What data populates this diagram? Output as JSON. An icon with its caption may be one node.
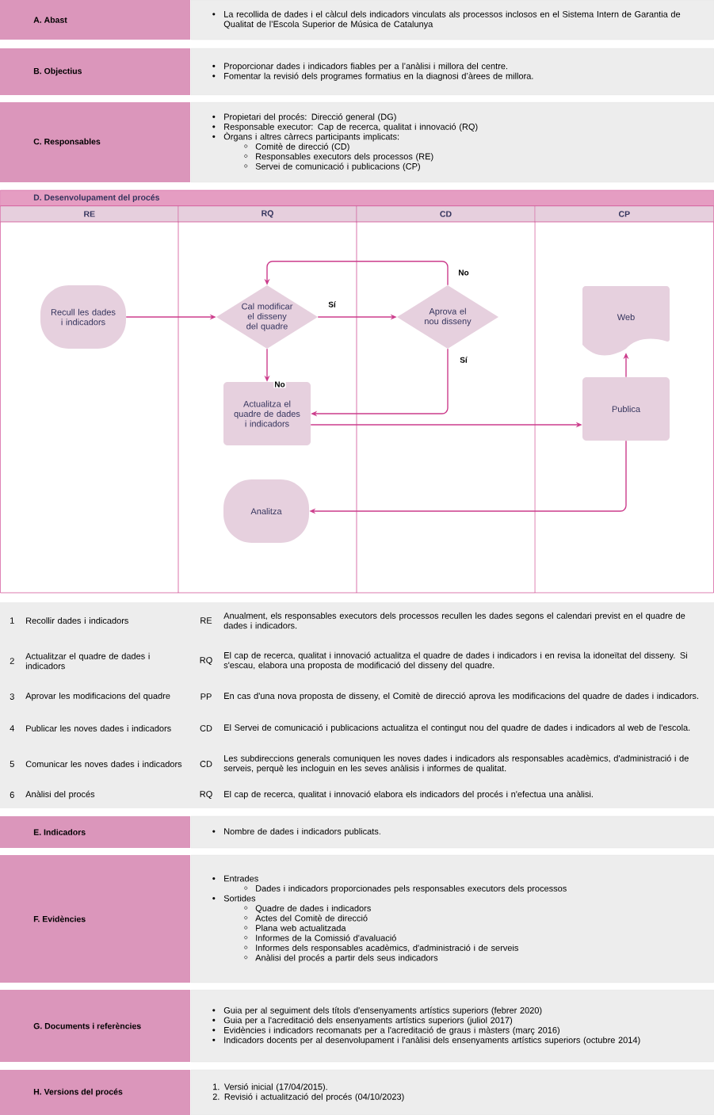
{
  "diagram": {
    "nodes": [
      {
        "text": [
          "A. Abast"
        ]
      },
      {
        "text": [
          "La recollida de dades i el càlcul dels indicadors vinculats als processos inclosos en el Sistema Intern de Garantia de Qualitat de l’Escola Superior de Música de Catalunya"
        ]
      },
      {
        "text": [
          "B. Objectius"
        ]
      },
      {
        "text": [
          "Proporcionar dades i indicadors fiables per a l’anàlisi i millora del centre.",
          "Fomentar la revisió dels programes formatius en la diagnosi d’àrees de millora."
        ]
      },
      {
        "text": [
          "C. Responsables"
        ]
      },
      {
        "text": [
          "Propietari del procés: Direcció general (DG)",
          "Responsable executor: Cap de recerca, qualitat i innovació (RQ)",
          "Òrgans i altres càrrecs participants implicats:",
          "Comitè de direcció (CD)",
          "Responsables executors dels processos (RE)",
          "Servei de comunicació i publicacions (CP)"
        ]
      },
      {
        "text": [
          "D. Desenvolupament del procés"
        ]
      },
      {
        "text": [
          "RE"
        ],
        "in": 6
      },
      {
        "text": [
          "RQ"
        ],
        "in": 6
      },
      {
        "text": [
          "CD"
        ],
        "in": 6
      },
      {
        "text": [
          "CP"
        ],
        "in": 6
      },
      {
        "text": [
          "Recull les dades i indicadors"
        ],
        "in": 7
      },
      {
        "text": [
          "Cal modificar el disseny del quadre"
        ],
        "in": 8
      },
      {
        "text": [
          "Aprova el nou disseny"
        ],
        "in": 9
      },
      {
        "text": [
          "Actualitza el quadre de dades i indicadors"
        ],
        "in": 8
      },
      {
        "text": [
          "Web"
        ],
        "in": 10
      },
      {
        "text": [
          "Publica"
        ],
        "in": 10
      },
      {
        "text": [
          "Analitza"
        ],
        "in": 8
      },
      {
        "text": [
          "E. Indicadors"
        ]
      },
      {
        "text": [
          "Nombre de dades i indicadors publicats."
        ]
      },
      {
        "text": [
          "F. Evidències"
        ]
      },
      {
        "text": [
          "Entrades",
          "Dades i indicadors proporcionades pels responsables executors dels processos",
          "Sortides",
          "Quadre de dades i indicadors",
          "Actes del Comitè de direcció",
          "Plana web actualitzada",
          "Informes de la Comissió d'avaluació",
          "Informes dels responsables acadèmics, d'administració i de serveis",
          "Anàlisi del procés a partir dels seus indicadors"
        ]
      },
      {
        "text": [
          "G. Documents i referències"
        ]
      },
      {
        "text": [
          "Guia per al seguiment dels títols d'ensenyaments artístics superiors (febrer 2020)",
          "Guia per a l'acreditació dels ensenyaments artístics superiors (juliol 2017)",
          "Evidències i indicadors recomanats per a l'acreditació de graus i màsters (març 2016)",
          "Indicadors docents per al desenvolupament i l'anàlisi dels ensenyaments artístics superiors (octubre 2014)"
        ]
      },
      {
        "text": [
          "H. Versions del procés"
        ]
      },
      {
        "text": [
          "1. Versió inicial (17/04/2015).",
          "2. Revisió i actualització del procés (04/10/2023)"
        ]
      }
    ],
    "edges": [
      {
        "from": 11,
        "to": 12,
        "arrow": "to"
      },
      {
        "from": 12,
        "to": 13,
        "arrow": "to",
        "label": "Sí"
      },
      {
        "from": 13,
        "to": 12,
        "arrow": "to",
        "label": "No"
      },
      {
        "from": 12,
        "to": 14,
        "arrow": "to",
        "label": "No"
      },
      {
        "from": 13,
        "to": 14,
        "arrow": "to",
        "label": "Sí"
      },
      {
        "from": 14,
        "to": 16,
        "arrow": "to"
      },
      {
        "from": 16,
        "to": 15,
        "arrow": "to"
      },
      {
        "from": 16,
        "to": 17,
        "arrow": "to"
      }
    ],
    "labels": [
      "1",
      "Recollir dades i indicadors",
      "RE",
      "Anualment, els responsables executors dels processos recullen les dades segons el calendari previst en el quadre de dades i indicadors.",
      "2",
      "Actualitzar el quadre de dades i indicadors",
      "RQ",
      "El cap de recerca, qualitat i innovació actualitza el quadre de dades i indicadors i en revisa la idoneïtat del  disseny. Si s'escau, elabora una proposta de modificació del disseny del quadre.",
      "3",
      "Aprovar les modificacions del quadre",
      "PP",
      "En cas d'una nova proposta de disseny, el Comitè de direcció aprova les modificacions del quadre de dades i indicadors.",
      "4",
      "Publicar les noves dades i indicadors",
      "CD",
      "El Servei de comunicació i publicacions actualitza el contingut nou del quadre de dades i indicadors al web de l'escola.",
      "5",
      "Comunicar les noves dades i indicadors",
      "CD",
      "Les subdireccions generals comuniquen les noves dades i indicadors als responsables acadèmics, d'administració i de serveis, perquè les incloguin en les seves anàlisis i informes de qualitat.",
      "6",
      "Anàlisi del procés",
      "RQ",
      "El cap de recerca, qualitat i innovació elabora els indicadors del procés i n'efectua una anàlisi."
    ]
  }
}
